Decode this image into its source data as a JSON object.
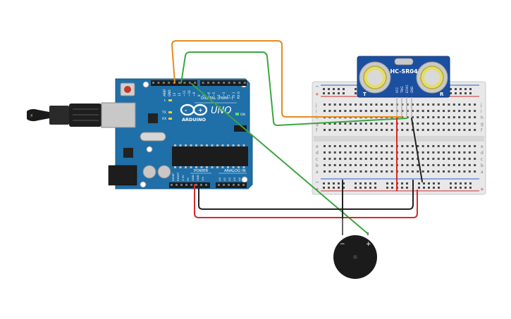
{
  "arduino": {
    "logo_text": "ARDUINO",
    "model": "UNO",
    "digital_label": "DIGITAL (PWM~)",
    "power_label": "POWER",
    "analog_label": "ANALOG IN",
    "on_label": "ON",
    "led_l": "L",
    "led_tx": "TX",
    "led_rx": "RX",
    "aref": "AREF",
    "gnd_top": "GND",
    "pin_13": "13",
    "pin_12": "12",
    "pin_11": "~11",
    "pin_10": "~10",
    "pin_9": "~9",
    "pin_8": "8",
    "pin_7": "7",
    "pin_6": "~6",
    "pin_5": "~5",
    "pin_4": "4",
    "pin_3": "~3",
    "pin_2": "2",
    "pin_tx1": "TX 1",
    "pin_rx0": "RX 0",
    "ioref": "IOREF",
    "reset": "RESET",
    "v33": "3.3V",
    "v5": "5V",
    "gnd_a": "GND",
    "gnd_b": "GND",
    "vin": "Vin",
    "a0": "A0",
    "a1": "A1",
    "a2": "A2",
    "a3": "A3",
    "a4": "A4",
    "a5": "A5"
  },
  "sensor": {
    "model": "HC-SR04",
    "pin_vcc": "VCC",
    "pin_trig": "TRIG",
    "pin_echo": "ECHO",
    "pin_gnd": "GND",
    "left_mark": "T",
    "right_mark": "R"
  },
  "breadboard": {
    "row_letters_top": [
      "j",
      "i",
      "h",
      "g",
      "f"
    ],
    "row_letters_bottom": [
      "e",
      "d",
      "c",
      "b",
      "a"
    ],
    "rail_minus": "−",
    "rail_plus": "+"
  },
  "buzzer": {
    "minus_label": "−",
    "plus_label": "+"
  },
  "colors": {
    "board_blue": "#1f6fa8",
    "wire_orange": "#e68a1e",
    "wire_green": "#3aa641",
    "wire_red": "#d32a2a",
    "wire_black": "#222222"
  }
}
